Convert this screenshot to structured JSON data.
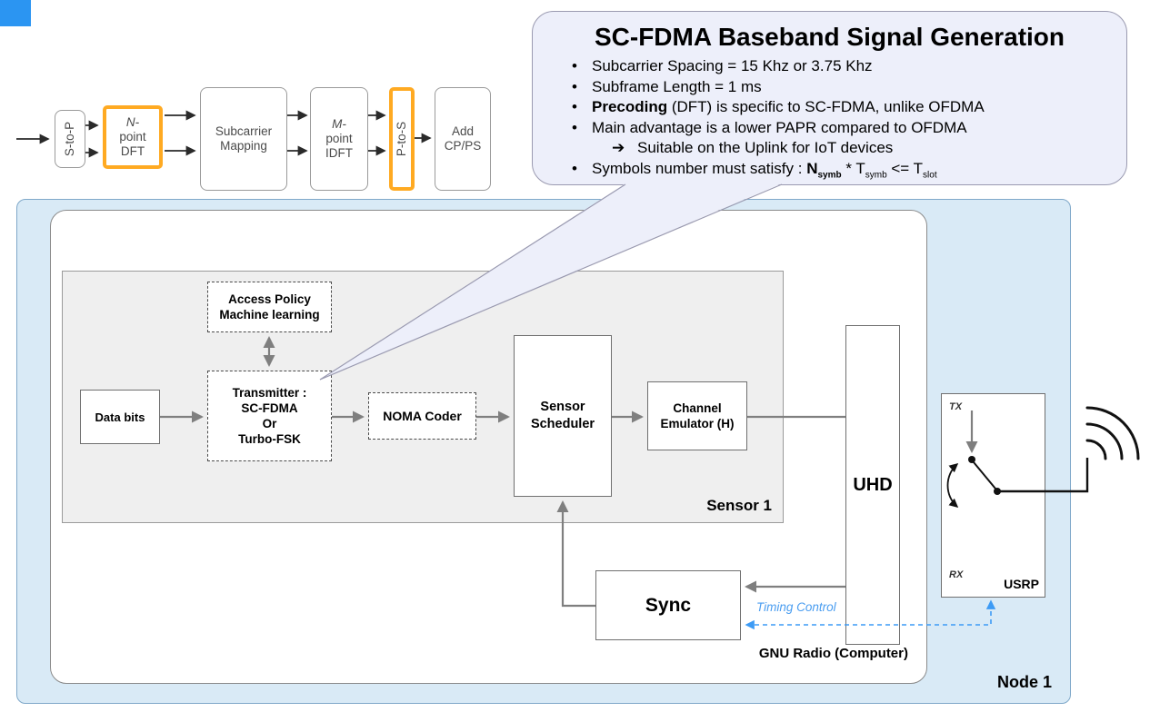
{
  "palette": {
    "node_fill": "#d9eaf6",
    "node_border": "#7fa8c9",
    "sensor_fill": "#efefef",
    "callout_fill": "#edeffa",
    "highlight_orange": "#ffaa22",
    "timing_blue": "#4a9df0",
    "corner_square_blue": "#2b95f2"
  },
  "chain": {
    "blocks": {
      "s_to_p": {
        "label": "S-to-P"
      },
      "n_dft": {
        "italic": "N-",
        "rest": "point\nDFT"
      },
      "subcarrier_mapping": {
        "label": "Subcarrier\nMapping"
      },
      "m_idft": {
        "italic": "M-",
        "rest": "point\nIDFT"
      },
      "p_to_s": {
        "label": "P-to-S"
      },
      "add_cp": {
        "label": "Add\nCP/PS"
      }
    }
  },
  "callout": {
    "title": "SC-FDMA Baseband Signal Generation",
    "bullet_char": "•",
    "bullets": [
      "Subcarrier Spacing = 15 Khz or 3.75 Khz",
      "Subframe Length = 1 ms"
    ],
    "bullet_precoding": {
      "bold": "Precoding",
      "rest": " (DFT) is specific to SC-FDMA, unlike OFDMA"
    },
    "bullet_papr": "Main advantage is a lower PAPR compared to OFDMA",
    "sub_bullet": {
      "arrow": "➔",
      "text": "Suitable on the Uplink for IoT devices"
    },
    "bullet_symbols": {
      "prefix": "Symbols number must satisfy : ",
      "n": "N",
      "n_sub": "symb",
      "star": " * ",
      "t1": "T",
      "t1_sub": "symb",
      "leq": " <= ",
      "t2": "T",
      "t2_sub": "slot"
    }
  },
  "node": {
    "label": "Node 1",
    "gnu_radio_label": "GNU Radio (Computer)",
    "sensor": {
      "label": "Sensor 1",
      "access_policy": "Access Policy\nMachine learning",
      "data_bits": "Data bits",
      "transmitter": "Transmitter :\nSC-FDMA\nOr\nTurbo-FSK",
      "noma": "NOMA Coder",
      "scheduler": "Sensor\nScheduler",
      "channel": "Channel\nEmulator (H)"
    },
    "uhd": "UHD",
    "sync": "Sync",
    "timing_control": "Timing Control",
    "usrp": {
      "label": "USRP",
      "tx": "TX",
      "rx": "RX"
    }
  }
}
